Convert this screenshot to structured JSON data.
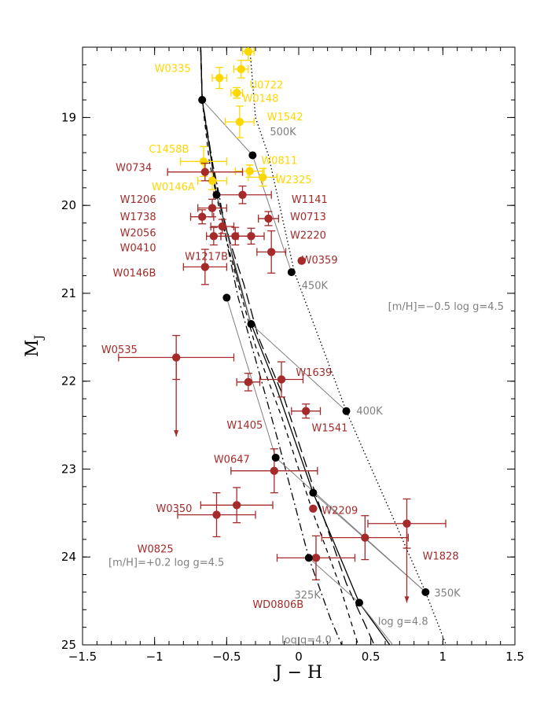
{
  "chart_data": {
    "type": "scatter",
    "title": "",
    "xlabel": "J − H",
    "ylabel_main": "M",
    "ylabel_sub": "J",
    "xlim": [
      -1.5,
      1.5
    ],
    "ylim": [
      25,
      18.2
    ],
    "y_inverted": true,
    "x_ticks": [
      -1.5,
      -1,
      -0.5,
      0,
      0.5,
      1,
      1.5
    ],
    "x_tick_labels": [
      "−1.5",
      "−1",
      "−0.5",
      "0",
      "0.5",
      "1",
      "1.5"
    ],
    "y_ticks": [
      19,
      20,
      21,
      22,
      23,
      24,
      25
    ],
    "y_tick_labels": [
      "19",
      "20",
      "21",
      "22",
      "23",
      "24",
      "25"
    ],
    "colors": {
      "yellow_group": "#ffd700",
      "red_group": "#a52a2a",
      "model_points": "#000000",
      "isotherm": "#808080"
    },
    "series": [
      {
        "color": "yellow_group",
        "points": [
          {
            "label": "W0335",
            "x": -0.55,
            "y": 18.55,
            "xerr": 0.05,
            "yerr": 0.12,
            "lx": -1.0,
            "ly": 18.48
          },
          {
            "label": "U0722",
            "x": -0.4,
            "y": 18.45,
            "xerr": 0.05,
            "yerr": 0.1,
            "lx": -0.34,
            "ly": 18.67
          },
          {
            "label": "",
            "x": -0.35,
            "y": 18.25,
            "xerr": 0.04,
            "yerr": 0.1
          },
          {
            "label": "W0148",
            "x": -0.43,
            "y": 18.72,
            "xerr": 0.04,
            "yerr": 0.06,
            "lx": -0.39,
            "ly": 18.82
          },
          {
            "label": "W1542",
            "x": -0.41,
            "y": 19.05,
            "xerr": 0.1,
            "yerr": 0.18,
            "lx": -0.22,
            "ly": 19.03
          },
          {
            "label": "C1458B",
            "x": -0.66,
            "y": 19.5,
            "xerr": 0.16,
            "yerr": 0.17,
            "lx": -1.04,
            "ly": 19.4
          },
          {
            "label": "W0811",
            "x": -0.34,
            "y": 19.61,
            "xerr": 0.1,
            "yerr": 0.07,
            "lx": -0.26,
            "ly": 19.53
          },
          {
            "label": "W2325",
            "x": -0.25,
            "y": 19.68,
            "xerr": 0.1,
            "yerr": 0.1,
            "lx": -0.16,
            "ly": 19.75
          },
          {
            "label": "W0146A",
            "x": -0.6,
            "y": 19.72,
            "xerr": 0.1,
            "yerr": 0.1,
            "lx": -1.02,
            "ly": 19.83
          }
        ]
      },
      {
        "color": "red_group",
        "points": [
          {
            "label": "W0734",
            "x": -0.65,
            "y": 19.62,
            "xerr": 0.26,
            "yerr": 0.1,
            "lx": -1.27,
            "ly": 19.61
          },
          {
            "label": "W1206",
            "x": -0.6,
            "y": 20.03,
            "xerr": 0.1,
            "yerr": 0.1,
            "lx": -1.24,
            "ly": 19.97
          },
          {
            "label": "W1141",
            "x": -0.39,
            "y": 19.88,
            "xerr": 0.2,
            "yerr": 0.1,
            "lx": -0.05,
            "ly": 19.97
          },
          {
            "label": "W1738",
            "x": -0.67,
            "y": 20.13,
            "xerr": 0.08,
            "yerr": 0.08,
            "lx": -1.24,
            "ly": 20.17
          },
          {
            "label": "W0713",
            "x": -0.21,
            "y": 20.15,
            "xerr": 0.07,
            "yerr": 0.08,
            "lx": -0.06,
            "ly": 20.17
          },
          {
            "label": "W2056",
            "x": -0.53,
            "y": 20.24,
            "xerr": 0.08,
            "yerr": 0.08,
            "lx": -1.24,
            "ly": 20.35
          },
          {
            "label": "W2220",
            "x": -0.33,
            "y": 20.35,
            "xerr": 0.09,
            "yerr": 0.09,
            "lx": -0.06,
            "ly": 20.38
          },
          {
            "label": "W0410",
            "x": -0.59,
            "y": 20.35,
            "xerr": 0.05,
            "yerr": 0.1,
            "lx": -1.24,
            "ly": 20.52
          },
          {
            "label": "",
            "x": -0.44,
            "y": 20.35,
            "xerr": 0.1,
            "yerr": 0.1
          },
          {
            "label": "W1217B",
            "x": -0.19,
            "y": 20.53,
            "xerr": 0.1,
            "yerr": 0.24,
            "lx": -0.79,
            "ly": 20.62
          },
          {
            "label": "W0359",
            "x": 0.02,
            "y": 20.63,
            "xerr": 0.0,
            "yerr": 0.0,
            "lx": 0.02,
            "ly": 20.66
          },
          {
            "label": "W0146B",
            "x": -0.65,
            "y": 20.7,
            "xerr": 0.15,
            "yerr": 0.2,
            "lx": -1.29,
            "ly": 20.81
          },
          {
            "label": "W0535",
            "x": -0.85,
            "y": 21.73,
            "xerr": 0.4,
            "yerr": 0.25,
            "uplim": true,
            "lx": -1.37,
            "ly": 21.68
          },
          {
            "label": "W1639",
            "x": -0.12,
            "y": 21.98,
            "xerr": 0.15,
            "yerr": 0.2,
            "lx": -0.02,
            "ly": 21.94
          },
          {
            "label": "W1405",
            "x": -0.35,
            "y": 22.01,
            "xerr": 0.08,
            "yerr": 0.1,
            "lx": -0.5,
            "ly": 22.54
          },
          {
            "label": "W1541",
            "x": 0.05,
            "y": 22.34,
            "xerr": 0.1,
            "yerr": 0.08,
            "lx": 0.09,
            "ly": 22.57
          },
          {
            "label": "W0647",
            "x": -0.17,
            "y": 23.02,
            "xerr": 0.3,
            "yerr": 0.25,
            "lx": -0.59,
            "ly": 22.93
          },
          {
            "label": "W0350",
            "x": -0.43,
            "y": 23.41,
            "xerr": 0.25,
            "yerr": 0.2,
            "lx": -0.99,
            "ly": 23.49
          },
          {
            "label": "W2209",
            "x": 0.1,
            "y": 23.45,
            "xerr": 0.0,
            "yerr": 0.0,
            "lx": 0.16,
            "ly": 23.51
          },
          {
            "label": "W0825",
            "x": -0.57,
            "y": 23.52,
            "xerr": 0.27,
            "yerr": 0.25,
            "lx": -1.12,
            "ly": 23.95
          },
          {
            "label": "",
            "x": 0.46,
            "y": 23.78,
            "xerr": 0.3,
            "yerr": 0.25
          },
          {
            "label": "W1828",
            "x": 0.75,
            "y": 23.62,
            "xerr": 0.27,
            "yerr": 0.28,
            "uplim": true,
            "lx": 0.86,
            "ly": 24.03
          },
          {
            "label": "WD0806B",
            "x": 0.12,
            "y": 24.01,
            "xerr": 0.27,
            "yerr": 0.25,
            "lx": -0.32,
            "ly": 24.58
          }
        ]
      }
    ],
    "models": {
      "main_track": {
        "x": [
          -0.68,
          -0.67,
          -0.61,
          -0.57,
          -0.5,
          -0.44,
          -0.33,
          -0.16,
          0.1,
          0.42,
          0.72
        ],
        "y": [
          18.2,
          18.8,
          19.45,
          19.88,
          20.28,
          20.72,
          21.35,
          22.05,
          23.27,
          24.52,
          25.2
        ]
      },
      "solar_logg48_long_dash": {
        "x": [
          -0.68,
          -0.67,
          -0.6,
          -0.55,
          -0.48,
          -0.38,
          -0.28,
          -0.1,
          0.12,
          0.33,
          0.58
        ],
        "y": [
          18.2,
          18.8,
          19.5,
          19.95,
          20.4,
          20.9,
          21.5,
          22.2,
          23.3,
          24.3,
          25.2
        ]
      },
      "solar_logg40_dash": {
        "x": [
          -0.68,
          -0.67,
          -0.62,
          -0.57,
          -0.5,
          -0.42,
          -0.3,
          -0.12,
          0.1,
          0.28,
          0.45
        ],
        "y": [
          18.2,
          18.8,
          19.5,
          19.9,
          20.4,
          20.9,
          21.6,
          22.4,
          23.5,
          24.3,
          25.2
        ]
      },
      "metal_rich_dashdot": {
        "x": [
          -0.68,
          -0.67,
          -0.6,
          -0.55,
          -0.49,
          -0.42,
          -0.3,
          -0.14,
          0.07,
          0.22,
          0.35
        ],
        "y": [
          18.2,
          18.8,
          19.5,
          19.9,
          20.5,
          21.05,
          21.75,
          22.7,
          24.01,
          24.7,
          25.2
        ]
      },
      "metal_poor_dotted": {
        "x": [
          -0.34,
          -0.3,
          -0.21,
          -0.03,
          0.33,
          0.88,
          1.07
        ],
        "y": [
          18.2,
          19.0,
          19.43,
          20.76,
          22.34,
          24.4,
          25.2
        ]
      },
      "black_points": {
        "x": [
          -0.67,
          -0.32,
          -0.57,
          -0.05,
          -0.5,
          -0.33,
          0.33,
          -0.16,
          0.1,
          0.07,
          0.42,
          0.88
        ],
        "y": [
          18.8,
          19.43,
          19.88,
          20.76,
          21.05,
          21.35,
          22.34,
          22.87,
          23.27,
          24.01,
          24.52,
          24.4
        ]
      },
      "isotherms": [
        {
          "label": "500K",
          "x": [
            -0.67,
            -0.32,
            -0.05
          ],
          "y": [
            18.8,
            19.43,
            20.76
          ],
          "lx": -0.2,
          "ly": 19.2
        },
        {
          "label": "450K",
          "x": [
            -0.57,
            -0.33,
            0.33
          ],
          "y": [
            19.88,
            21.35,
            22.34
          ],
          "lx": 0.02,
          "ly": 20.95
        },
        {
          "label": "400K",
          "x": [
            -0.5,
            -0.16,
            0.88
          ],
          "y": [
            21.05,
            22.87,
            24.4
          ],
          "lx": 0.4,
          "ly": 22.38
        },
        {
          "label": "350K",
          "x": [
            0.1,
            0.88
          ],
          "y": [
            23.27,
            24.4
          ],
          "lx": 0.94,
          "ly": 24.45
        },
        {
          "label": "325K",
          "x": [
            0.07,
            0.42,
            0.75
          ],
          "y": [
            24.01,
            24.52,
            25.2
          ],
          "lx": -0.03,
          "ly": 24.47
        }
      ]
    },
    "annotations": [
      {
        "text": "[m/H]=−0.5 log g=4.5",
        "x": 0.62,
        "y": 21.19
      },
      {
        "text": "[m/H]=+0.2 log g=4.5",
        "x": -1.32,
        "y": 24.1
      },
      {
        "text": "log g=4.8",
        "x": 0.55,
        "y": 24.77
      },
      {
        "text": "log g=4.0",
        "x": -0.12,
        "y": 24.98
      }
    ]
  }
}
